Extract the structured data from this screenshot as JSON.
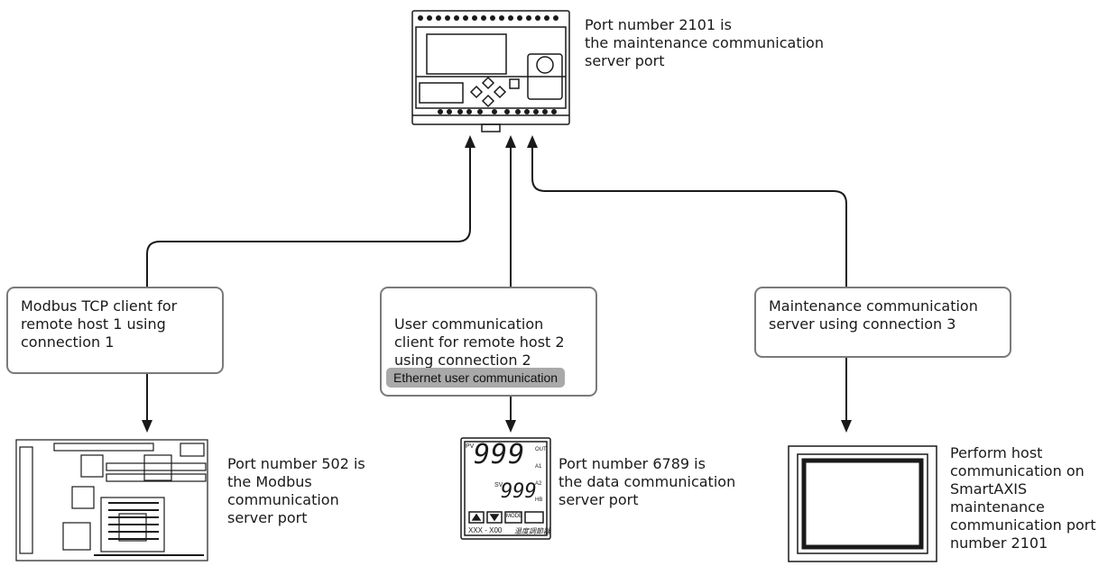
{
  "labels": {
    "server_port": "Port number 2101 is\nthe maintenance communication\nserver port",
    "modbus_port": "Port number 502 is\nthe Modbus\ncommunication\nserver port",
    "data_port": "Port number 6789 is\nthe data communication\nserver port",
    "host_comm": "Perform host\ncommunication on\nSmartAXIS\nmaintenance\ncommunication port\nnumber 2101"
  },
  "boxes": {
    "modbus_client": "Modbus TCP client for\nremote host 1 using\nconnection 1",
    "user_client": "User communication\nclient for remote host 2\nusing connection 2",
    "user_badge": "Ethernet user communication",
    "maintenance_server": "Maintenance communication\nserver using connection 3"
  },
  "controller": {
    "pv": "999",
    "sv": "999",
    "model": "XXX - X00",
    "kanji": "温度調節器",
    "mode": "MODE",
    "leds": [
      "OUT",
      "A1",
      "A2",
      "HB"
    ],
    "pv_label": "PV",
    "sv_label": "SV"
  },
  "colors": {
    "line": "#1a1a1a",
    "box_border": "#7a7a7a",
    "badge": "#a9a9a9"
  }
}
